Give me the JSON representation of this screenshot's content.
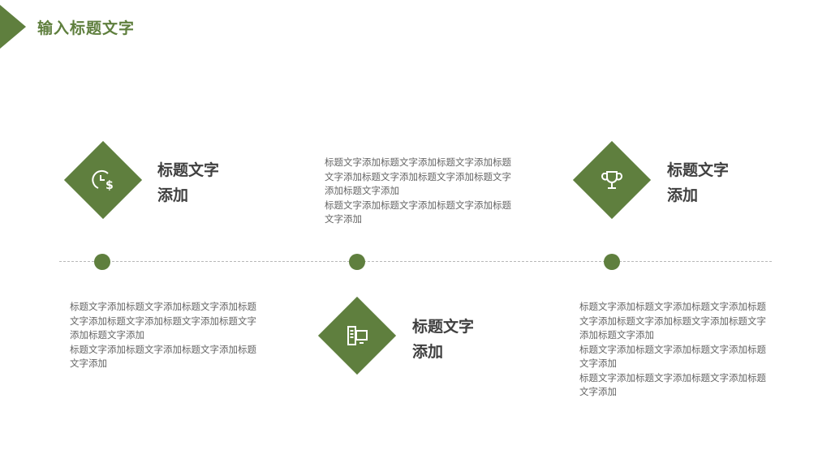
{
  "header": {
    "title": "输入标题文字"
  },
  "colors": {
    "accent": "#5f7f3e",
    "timeline": "#b8b8b8",
    "heading": "#404040",
    "body": "#666666"
  },
  "items": [
    {
      "icon": "clock-dollar-icon",
      "heading_line1": "标题文字",
      "heading_line2": "添加",
      "body": "标题文字添加标题文字添加标题文字添加标题文字添加标题文字添加标题文字添加标题文字添加标题文字添加\n标题文字添加标题文字添加标题文字添加标题文字添加"
    },
    {
      "icon": "server-monitor-icon",
      "heading_line1": "标题文字",
      "heading_line2": "添加",
      "body": "标题文字添加标题文字添加标题文字添加标题文字添加标题文字添加标题文字添加标题文字添加标题文字添加\n标题文字添加标题文字添加标题文字添加标题文字添加"
    },
    {
      "icon": "trophy-icon",
      "heading_line1": "标题文字",
      "heading_line2": "添加",
      "body": "标题文字添加标题文字添加标题文字添加标题文字添加标题文字添加标题文字添加标题文字添加标题文字添加\n标题文字添加标题文字添加标题文字添加标题文字添加\n标题文字添加标题文字添加标题文字添加标题文字添加"
    }
  ]
}
